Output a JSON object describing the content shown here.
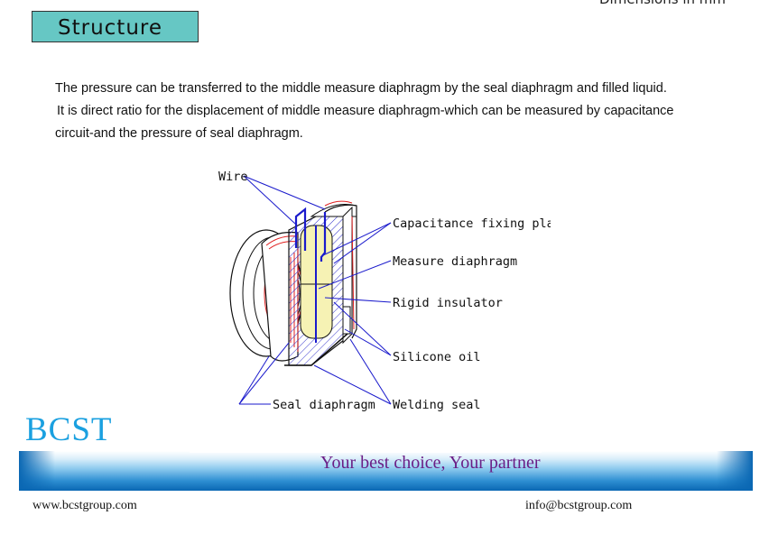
{
  "header": {
    "top_right_partial": "Dimensions in mm"
  },
  "section": {
    "title": "Structure"
  },
  "description": {
    "line1": "The pressure can be transferred to the middle measure diaphragm by the seal diaphragm and filled liquid.",
    "line2": "It is direct ratio for the displacement of middle measure diaphragm-which can be measured by capacitance",
    "line3": "circuit-and the pressure of seal diaphragm."
  },
  "diagram": {
    "labels": {
      "wire": "Wire",
      "capacitance_fixing_plate": "Capacitance fixing plate",
      "measure_diaphragm": "Measure diaphragm",
      "rigid_insulator": "Rigid insulator",
      "silicone_oil": "Silicone oil",
      "seal_diaphragm": "Seal diaphragm",
      "welding_seal": "Welding seal"
    },
    "colors": {
      "leader": "#1a1acc",
      "body": "#111111",
      "accent": "#e02020",
      "oil": "#f6f2b4"
    }
  },
  "footer": {
    "brand": "BCST",
    "tagline": "Your best choice, Your partner",
    "website": "www.bcstgroup.com",
    "email": "info@bcstgroup.com",
    "colors": {
      "brand": "#1aa0e0",
      "tagline": "#6a1e86",
      "band": "#0a67b3"
    }
  }
}
